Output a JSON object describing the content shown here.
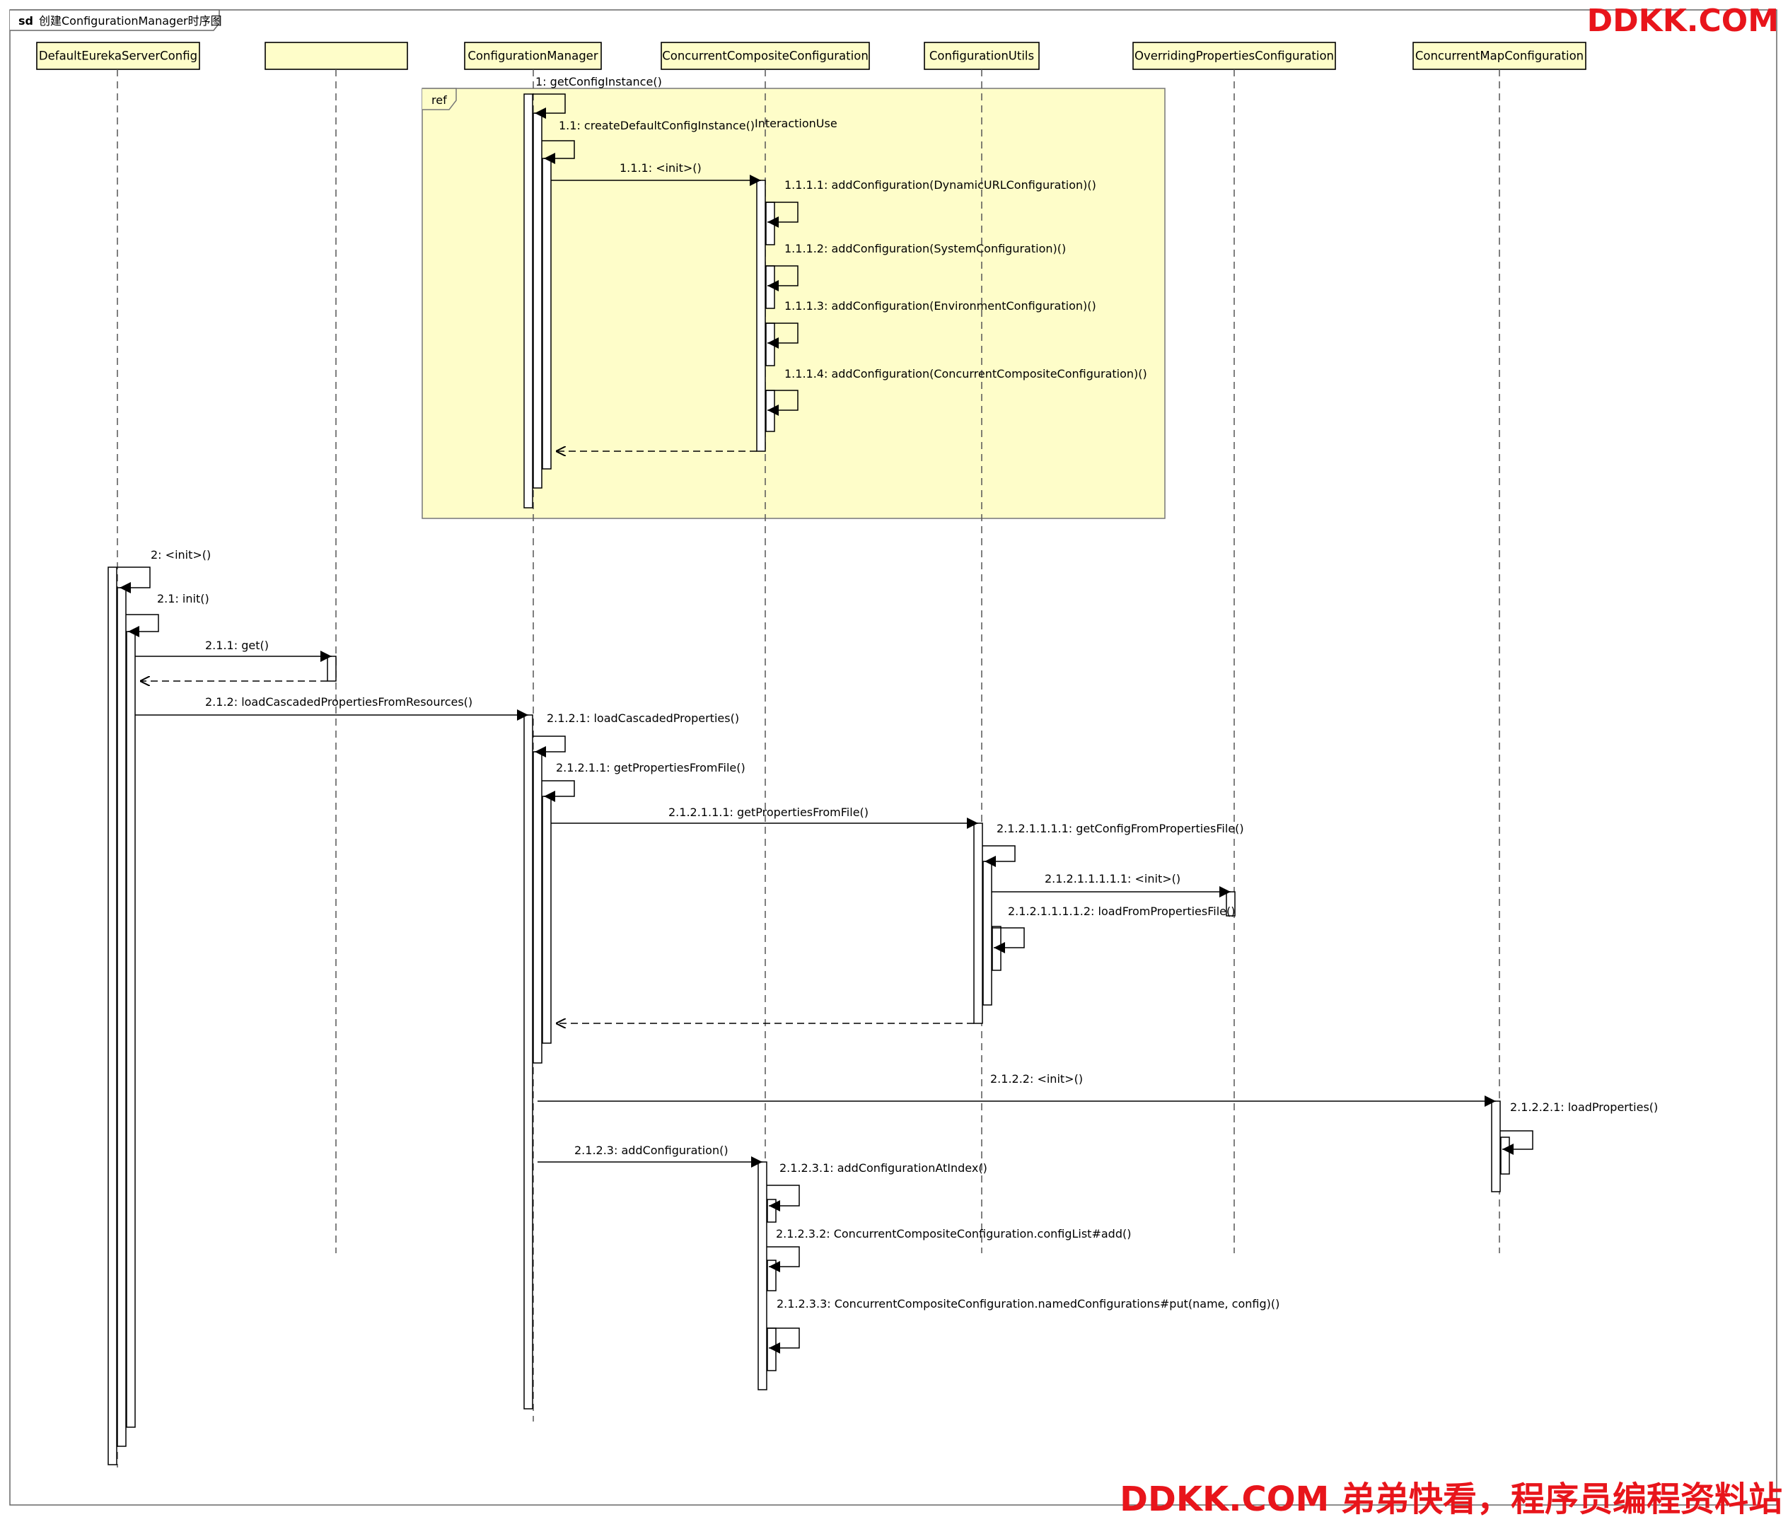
{
  "frame": {
    "keyword": "sd",
    "title": "创建ConfigurationManager时序图"
  },
  "watermarks": {
    "top": "DDKK.COM",
    "bottom": "DDKK.COM 弟弟快看，程序员编程资料站"
  },
  "participants": [
    {
      "id": "DefaultEurekaServerConfig",
      "label": "DefaultEurekaServerConfig"
    },
    {
      "id": "anon",
      "label": ""
    },
    {
      "id": "ConfigurationManager",
      "label": "ConfigurationManager"
    },
    {
      "id": "ConcurrentCompositeConfiguration",
      "label": "ConcurrentCompositeConfiguration"
    },
    {
      "id": "ConfigurationUtils",
      "label": "ConfigurationUtils"
    },
    {
      "id": "OverridingPropertiesConfiguration",
      "label": "OverridingPropertiesConfiguration"
    },
    {
      "id": "ConcurrentMapConfiguration",
      "label": "ConcurrentMapConfiguration"
    }
  ],
  "fragment": {
    "operator": "ref",
    "name": "InteractionUse"
  },
  "messages": [
    {
      "label": "1: getConfigInstance()"
    },
    {
      "label": "1.1: createDefaultConfigInstance()"
    },
    {
      "label": "1.1.1: <init>()"
    },
    {
      "label": "1.1.1.1: addConfiguration(DynamicURLConfiguration)()"
    },
    {
      "label": "1.1.1.2: addConfiguration(SystemConfiguration)()"
    },
    {
      "label": "1.1.1.3: addConfiguration(EnvironmentConfiguration)()"
    },
    {
      "label": "1.1.1.4: addConfiguration(ConcurrentCompositeConfiguration)()"
    },
    {
      "label": ""
    },
    {
      "label": "2: <init>()"
    },
    {
      "label": "2.1: init()"
    },
    {
      "label": "2.1.1: get()"
    },
    {
      "label": ""
    },
    {
      "label": "2.1.2: loadCascadedPropertiesFromResources()"
    },
    {
      "label": "2.1.2.1: loadCascadedProperties()"
    },
    {
      "label": "2.1.2.1.1: getPropertiesFromFile()"
    },
    {
      "label": "2.1.2.1.1.1: getPropertiesFromFile()"
    },
    {
      "label": "2.1.2.1.1.1.1: getConfigFromPropertiesFile()"
    },
    {
      "label": "2.1.2.1.1.1.1.1: <init>()"
    },
    {
      "label": "2.1.2.1.1.1.1.2: loadFromPropertiesFile()"
    },
    {
      "label": ""
    },
    {
      "label": "2.1.2.2: <init>()"
    },
    {
      "label": "2.1.2.2.1: loadProperties()"
    },
    {
      "label": "2.1.2.3: addConfiguration()"
    },
    {
      "label": "2.1.2.3.1: addConfigurationAtIndex()"
    },
    {
      "label": "2.1.2.3.2: ConcurrentCompositeConfiguration.configList#add()"
    },
    {
      "label": "2.1.2.3.3: ConcurrentCompositeConfiguration.namedConfigurations#put(name, config)()"
    }
  ]
}
